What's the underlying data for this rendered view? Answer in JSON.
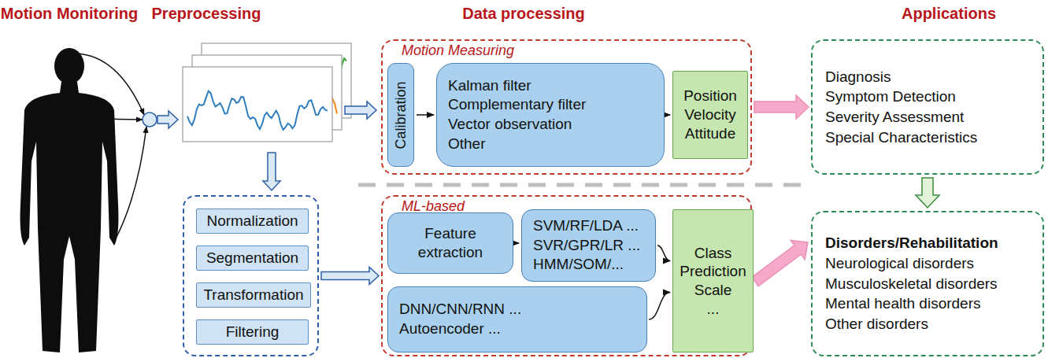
{
  "diagram": {
    "nodes": [
      {
        "text": []
      },
      {
        "text": [
          "Normalization"
        ],
        "in": 0
      },
      {
        "text": [
          "Segmentation"
        ],
        "in": 0
      },
      {
        "text": [
          "Transformation"
        ],
        "in": 0
      },
      {
        "text": [
          "Filtering"
        ],
        "in": 0
      },
      {
        "text": [
          "Motion Measuring"
        ]
      },
      {
        "text": [
          "Calibration"
        ],
        "in": 5
      },
      {
        "text": [
          "Kalman filter",
          "Complementary filter",
          "Vector observation",
          "Other"
        ],
        "in": 5
      },
      {
        "text": [
          "Position",
          "Velocity",
          "Attitude"
        ],
        "in": 5
      },
      {
        "text": [
          "ML-based"
        ]
      },
      {
        "text": [
          "Feature extraction"
        ],
        "in": 9
      },
      {
        "text": [
          "SVM/RF/LDA ...",
          "SVR/GPR/LR ...",
          "HMM/SOM/..."
        ],
        "in": 9
      },
      {
        "text": [
          "DNN/CNN/RNN ...",
          "Autoencoder ..."
        ],
        "in": 9
      },
      {
        "text": [
          "Class",
          "Prediction",
          "Scale",
          "..."
        ],
        "in": 9
      },
      {
        "text": [
          "Diagnosis",
          "Symptom Detection",
          "Severity Assessment",
          "Special Characteristics"
        ]
      },
      {
        "text": [
          "Disorders/Rehabilitation",
          "Neurological disorders",
          "Musculoskeletal disorders",
          "Mental health disorders",
          "Other disorders"
        ]
      }
    ],
    "edges": [
      {
        "from": 0,
        "to": 9,
        "arrow": "to"
      },
      {
        "from": 6,
        "to": 7,
        "arrow": "to"
      },
      {
        "from": 7,
        "to": 8,
        "arrow": "to"
      },
      {
        "from": 10,
        "to": 11,
        "arrow": "to"
      },
      {
        "from": 11,
        "to": 13,
        "arrow": "to"
      },
      {
        "from": 12,
        "to": 13,
        "arrow": "to"
      },
      {
        "from": 5,
        "to": 14,
        "arrow": "to"
      },
      {
        "from": 9,
        "to": 15,
        "arrow": "to"
      },
      {
        "from": 14,
        "to": 15,
        "arrow": "to"
      }
    ],
    "labels": [
      "Motion Monitoring",
      "Preprocessing",
      "Data processing",
      "Applications"
    ]
  }
}
